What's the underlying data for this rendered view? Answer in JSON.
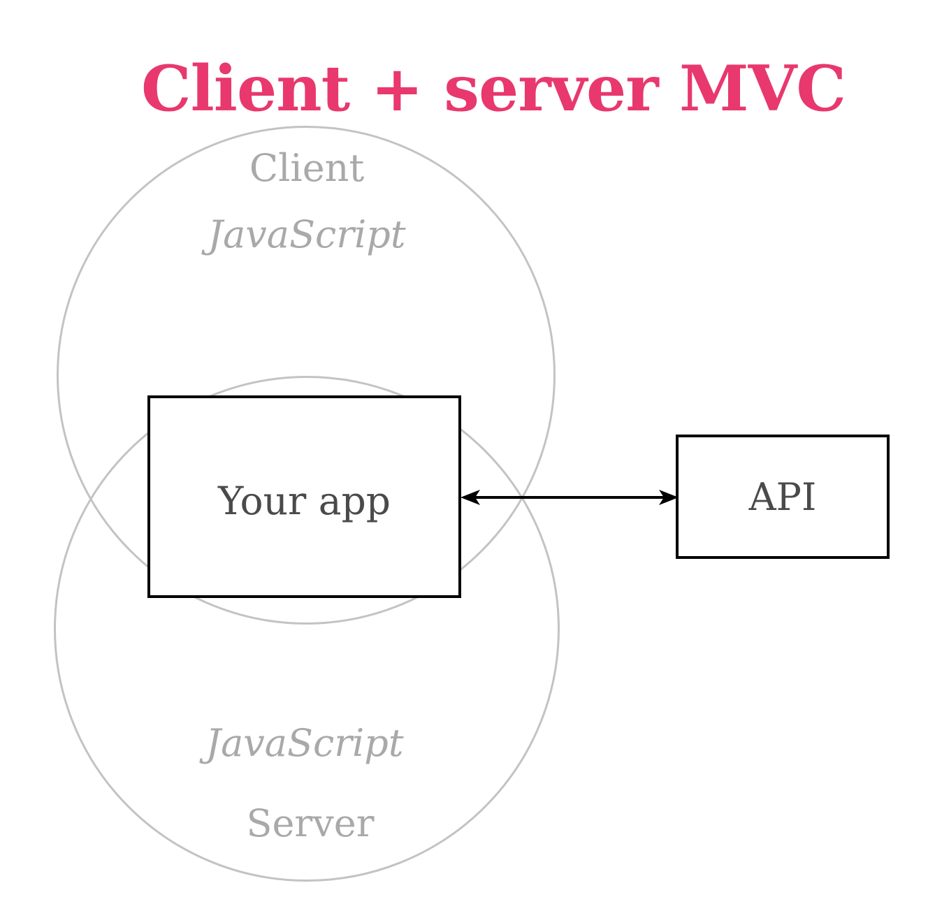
{
  "title": {
    "text": "Client + server MVC"
  },
  "venn": {
    "client_circle": {
      "name_label": "Client",
      "tech_label": "JavaScript"
    },
    "server_circle": {
      "name_label": "Server",
      "tech_label": "JavaScript"
    }
  },
  "nodes": {
    "app_box": {
      "label": "Your app"
    },
    "api_box": {
      "label": "API"
    }
  },
  "connection": {
    "type": "double-headed-arrow",
    "from": "Your app",
    "to": "API"
  },
  "colors": {
    "accent_pink": "#E8386D",
    "circle_stroke": "#C3C3C3",
    "muted_label": "#A9A9A9",
    "dark_label": "#4A4A4A",
    "box_border": "#000000",
    "background": "#FFFFFF"
  }
}
